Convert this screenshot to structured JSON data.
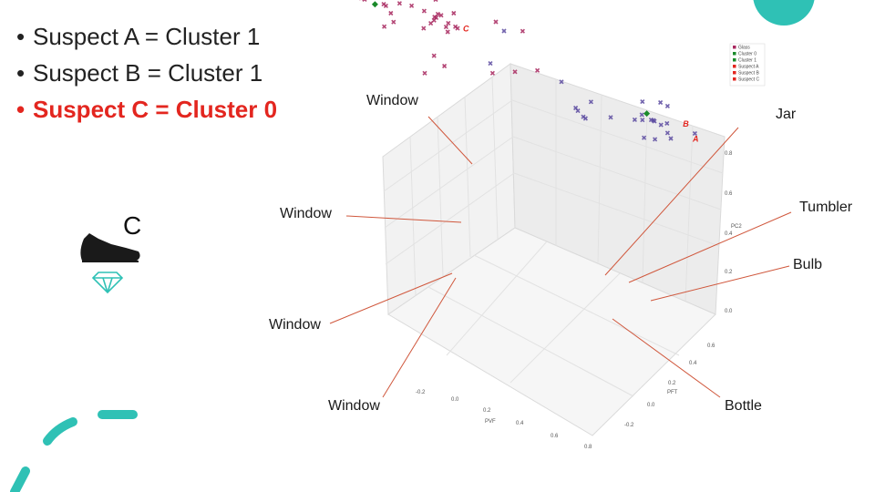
{
  "bullets": [
    {
      "text": "Suspect A = Cluster 1",
      "highlight": false
    },
    {
      "text": "Suspect B = Cluster 1",
      "highlight": false
    },
    {
      "text": "Suspect C = Cluster 0",
      "highlight": true
    }
  ],
  "shoe_marker": "C",
  "annotations": {
    "window_top": "Window",
    "window_mid": "Window",
    "window_left": "Window",
    "window_bottom": "Window",
    "jar": "Jar",
    "tumbler": "Tumbler",
    "bulb": "Bulb",
    "bottle": "Bottle"
  },
  "colors": {
    "accent_teal": "#2fc1b5",
    "highlight_red": "#e3261f",
    "cluster0": "#a8285f",
    "cluster1": "#5b4aa0",
    "leader_line": "#d0573c"
  },
  "icons": [
    "shoe-icon",
    "diamond-icon"
  ],
  "chart_data": {
    "type": "scatter",
    "dimensions": 3,
    "axes": {
      "x": {
        "label": "PVF",
        "ticks": [
          "-0.2",
          "0.0",
          "0.2",
          "0.4",
          "0.6",
          "0.8"
        ]
      },
      "y": {
        "label": "PFT",
        "ticks": [
          "-0.2",
          "0.0",
          "0.2",
          "0.4",
          "0.6"
        ]
      },
      "z": {
        "label": "PC2",
        "ticks": [
          "0.0",
          "0.2",
          "0.4",
          "0.6",
          "0.8"
        ]
      }
    },
    "legend": {
      "placement": "top-right",
      "entries": [
        "Glass",
        "Cluster 0",
        "Cluster 1",
        "Suspect A",
        "Suspect B",
        "Suspect C"
      ]
    },
    "point_labels": [
      "A",
      "B",
      "C"
    ],
    "series": [
      {
        "name": "Cluster 0",
        "color": "#a8285f",
        "points": [
          [
            0.08,
            0.1,
            0.5
          ],
          [
            0.1,
            0.12,
            0.52
          ],
          [
            0.07,
            0.11,
            0.49
          ],
          [
            0.11,
            0.09,
            0.51
          ],
          [
            0.09,
            0.13,
            0.5
          ],
          [
            0.12,
            0.11,
            0.48
          ],
          [
            0.06,
            0.1,
            0.53
          ],
          [
            0.1,
            0.08,
            0.47
          ],
          [
            0.13,
            0.12,
            0.5
          ],
          [
            0.08,
            0.14,
            0.49
          ],
          [
            0.11,
            0.13,
            0.52
          ],
          [
            0.09,
            0.09,
            0.48
          ],
          [
            0.05,
            0.12,
            0.51
          ],
          [
            0.12,
            0.14,
            0.53
          ],
          [
            0.14,
            0.1,
            0.49
          ],
          [
            0.02,
            0.3,
            0.8
          ],
          [
            0.03,
            0.28,
            0.72
          ],
          [
            0.05,
            0.26,
            0.68
          ],
          [
            0.02,
            0.24,
            0.64
          ],
          [
            0.06,
            0.27,
            0.62
          ],
          [
            0.04,
            0.25,
            0.6
          ],
          [
            0.07,
            0.22,
            0.58
          ],
          [
            0.03,
            0.2,
            0.56
          ],
          [
            0.08,
            0.23,
            0.54
          ],
          [
            0.05,
            0.19,
            0.52
          ],
          [
            0.09,
            0.21,
            0.66
          ],
          [
            0.01,
            0.26,
            0.74
          ],
          [
            0.06,
            0.29,
            0.7
          ],
          [
            0.1,
            0.18,
            0.57
          ],
          [
            0.04,
            0.17,
            0.55
          ],
          [
            0.12,
            0.24,
            0.59
          ],
          [
            0.0,
            0.22,
            0.61
          ],
          [
            0.15,
            0.16,
            0.46
          ],
          [
            0.18,
            0.2,
            0.45
          ],
          [
            0.22,
            0.18,
            0.47
          ],
          [
            0.35,
            0.1,
            0.46
          ],
          [
            0.4,
            0.08,
            0.47
          ],
          [
            0.3,
            0.12,
            0.45
          ],
          [
            0.2,
            0.05,
            0.5
          ],
          [
            0.25,
            0.02,
            0.48
          ]
        ]
      },
      {
        "name": "Cluster 1",
        "color": "#5b4aa0",
        "points": [
          [
            0.62,
            -0.05,
            0.36
          ],
          [
            0.64,
            -0.03,
            0.38
          ],
          [
            0.6,
            -0.06,
            0.35
          ],
          [
            0.66,
            -0.04,
            0.37
          ],
          [
            0.63,
            -0.02,
            0.34
          ],
          [
            0.61,
            -0.07,
            0.39
          ],
          [
            0.65,
            -0.06,
            0.36
          ],
          [
            0.67,
            -0.02,
            0.35
          ],
          [
            0.59,
            -0.04,
            0.37
          ],
          [
            0.62,
            -0.08,
            0.38
          ],
          [
            0.68,
            -0.05,
            0.34
          ],
          [
            0.64,
            -0.01,
            0.39
          ],
          [
            0.58,
            -0.03,
            0.36
          ],
          [
            0.7,
            -0.03,
            0.37
          ],
          [
            0.56,
            -0.06,
            0.38
          ],
          [
            0.6,
            0.1,
            0.44
          ],
          [
            0.64,
            0.12,
            0.46
          ],
          [
            0.68,
            0.2,
            0.6
          ],
          [
            0.55,
            0.25,
            0.7
          ],
          [
            0.62,
            0.05,
            0.42
          ],
          [
            0.5,
            0.02,
            0.4
          ],
          [
            0.72,
            -0.08,
            0.35
          ],
          [
            0.58,
            0.3,
            0.66
          ],
          [
            0.54,
            0.08,
            0.43
          ],
          [
            0.66,
            0.15,
            0.5
          ]
        ]
      },
      {
        "name": "Suspect A",
        "label": "A",
        "color": "#e3261f",
        "points": [
          [
            0.76,
            -0.05,
            0.36
          ]
        ]
      },
      {
        "name": "Suspect B",
        "label": "B",
        "color": "#e3261f",
        "points": [
          [
            0.66,
            -0.09,
            0.34
          ]
        ]
      },
      {
        "name": "Suspect C",
        "label": "C",
        "color": "#e3261f",
        "points": [
          [
            0.16,
            0.1,
            0.49
          ]
        ]
      },
      {
        "name": "Glass",
        "color": "#1a8a2a",
        "marker": "diamond",
        "points": [
          [
            0.03,
            0.22,
            0.57
          ],
          [
            0.64,
            -0.02,
            0.4
          ]
        ]
      }
    ]
  }
}
